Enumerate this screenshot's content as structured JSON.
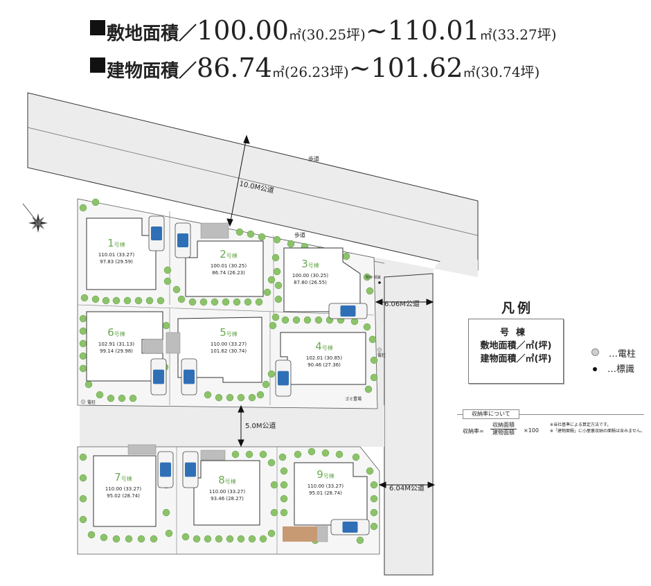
{
  "header": {
    "site": {
      "label": "敷地面積／",
      "min_sqm": "100.00",
      "min_tsubo": "(30.25坪)",
      "sep": "~",
      "max_sqm": "110.01",
      "max_tsubo": "(33.27坪)"
    },
    "building": {
      "label": "建物面積／",
      "min_sqm": "86.74",
      "min_tsubo": "(26.23坪)",
      "sep": "~",
      "max_sqm": "101.62",
      "max_tsubo": "(30.74坪)"
    },
    "unit": "㎡"
  },
  "roads": {
    "north_width": "10.0M公道",
    "sidewalk_top": "歩道",
    "sidewalk_inner": "歩道",
    "east_upper": "6.06M公道",
    "middle": "5.0M公道",
    "east_lower": "6.04M公道"
  },
  "lots": [
    {
      "no": "1",
      "suffix": "号棟",
      "site": "110.01 (33.27)",
      "bldg": "97.83 (29.59)"
    },
    {
      "no": "2",
      "suffix": "号棟",
      "site": "100.01 (30.25)",
      "bldg": "86.74 (26.23)"
    },
    {
      "no": "3",
      "suffix": "号棟",
      "site": "100.00 (30.25)",
      "bldg": "87.80 (26.55)"
    },
    {
      "no": "4",
      "suffix": "号棟",
      "site": "102.01 (30.85)",
      "bldg": "90.46 (27.36)"
    },
    {
      "no": "5",
      "suffix": "号棟",
      "site": "110.00 (33.27)",
      "bldg": "101.62 (30.74)"
    },
    {
      "no": "6",
      "suffix": "号棟",
      "site": "102.91 (31.13)",
      "bldg": "99.14 (29.98)"
    },
    {
      "no": "7",
      "suffix": "号棟",
      "site": "110.00 (33.27)",
      "bldg": "95.02 (28.74)"
    },
    {
      "no": "8",
      "suffix": "号棟",
      "site": "110.00 (33.27)",
      "bldg": "93.46 (28.27)"
    },
    {
      "no": "9",
      "suffix": "号棟",
      "site": "110.00 (33.27)",
      "bldg": "95.01 (28.74)"
    }
  ],
  "map_labels": {
    "pole_1": "電柱",
    "pole_2": "電柱",
    "existing_sign": "既存\n標識",
    "garbage": "ゴミ置場"
  },
  "legend": {
    "title": "凡例",
    "gou": "号棟",
    "site_row": "敷地面積／㎡(坪)",
    "bldg_row": "建物面積／㎡(坪)",
    "pole": "…電柱",
    "sign": "…標識",
    "pole_color": "#cfcfcf",
    "sign_color": "#111111"
  },
  "storage_note": {
    "title": "収納率について",
    "lhs": "収納率=",
    "numerator": "収納面積",
    "denominator": "建物面積",
    "times": "×100",
    "remark1": "※当社基準による算定方法です。",
    "remark2": "※「建物面積」に小屋裏収納の面積は含みません。"
  },
  "colors": {
    "road": "#ececec",
    "building": "#ffffff",
    "lot": "#f6f6f6",
    "tree": "#8cc36a",
    "lotnum": "#6aa84f",
    "paving": "#bdbdbd"
  }
}
